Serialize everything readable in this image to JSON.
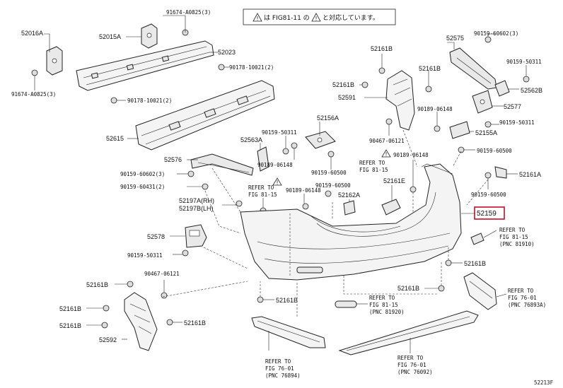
{
  "notice": {
    "text": "は FIG81-11 の",
    "text2": "と対応しています。"
  },
  "highlight_color": "#c0102a",
  "figure_id": "52213F",
  "part_labels": {
    "p91674_A0825_3_top": "91674-A0825(3)",
    "p52015A": "52015A",
    "p52016A": "52016A",
    "p52023": "52023",
    "p90178_10021_2a": "90178-10021(2)",
    "p91674_A0825_3_left": "91674-A0825(3)",
    "p90178_10021_2b": "90178-10021(2)",
    "p52615": "52615",
    "p52161B_top": "52161B",
    "p52161B_mid": "52161B",
    "p52161B_right": "52161B",
    "p52591": "52591",
    "p52575": "52575",
    "p90159_60602_3": "90159-60602(3)",
    "p90159_50311_a": "90159-50311",
    "p52562B": "52562B",
    "p52577": "52577",
    "p90159_50311_b": "90159-50311",
    "p52155A": "52155A",
    "p90189_06148_a": "90189-06148",
    "p90467_06121_a": "90467-06121",
    "p90159_60500_a": "90159-60500",
    "p90189_06148_b": "90189-06148",
    "p52156A": "52156A",
    "p52563A": "52563A",
    "p90159_50311_c": "90159-50311",
    "p52576": "52576",
    "p90189_06148_c": "90189-06148",
    "p90159_60500_b": "90159-60500",
    "p90159_60602_3b": "90159-60602(3)",
    "p90159_60431_2": "90159-60431(2)",
    "p52197A": "52197A(RH)",
    "p52197B": "52197B(LH)",
    "p90189_06148_d": "90189-06148",
    "p90159_60500_c": "90159-60500",
    "p52162A": "52162A",
    "p52161E": "52161E",
    "p52161A": "52161A",
    "p90159_60500_d": "90159-60500",
    "p52159": "52159",
    "p52578": "52578",
    "p90159_50311_d": "90159-50311",
    "p90467_06121_b": "90467-06121",
    "p52161B_l1": "52161B",
    "p52161B_l2": "52161B",
    "p52161B_l3": "52161B",
    "p52161B_l4": "52161B",
    "p52592": "52592",
    "p52161B_c": "52161B",
    "p52161B_r2": "52161B",
    "p52161B_r3": "52161B"
  },
  "refer_labels": {
    "r1_a": "REFER TO",
    "r1_b": "FIG 81-15",
    "r2_a": "REFER TO",
    "r2_b": "FIG 81-15",
    "r3_a": "REFER TO",
    "r3_b": "FIG 81-15",
    "r3_c": "(PNC 81910)",
    "r4_a": "REFER TO",
    "r4_b": "FIG 81-15",
    "r4_c": "(PNC 81920)",
    "r5_a": "REFER TO",
    "r5_b": "FIG 76-01",
    "r5_c": "(PNC 76893A)",
    "r6_a": "REFER TO",
    "r6_b": "FIG 76-01",
    "r6_c": "(PNC 76894)",
    "r7_a": "REFER TO",
    "r7_b": "FIG 76-01",
    "r7_c": "(PNC 76092)"
  }
}
